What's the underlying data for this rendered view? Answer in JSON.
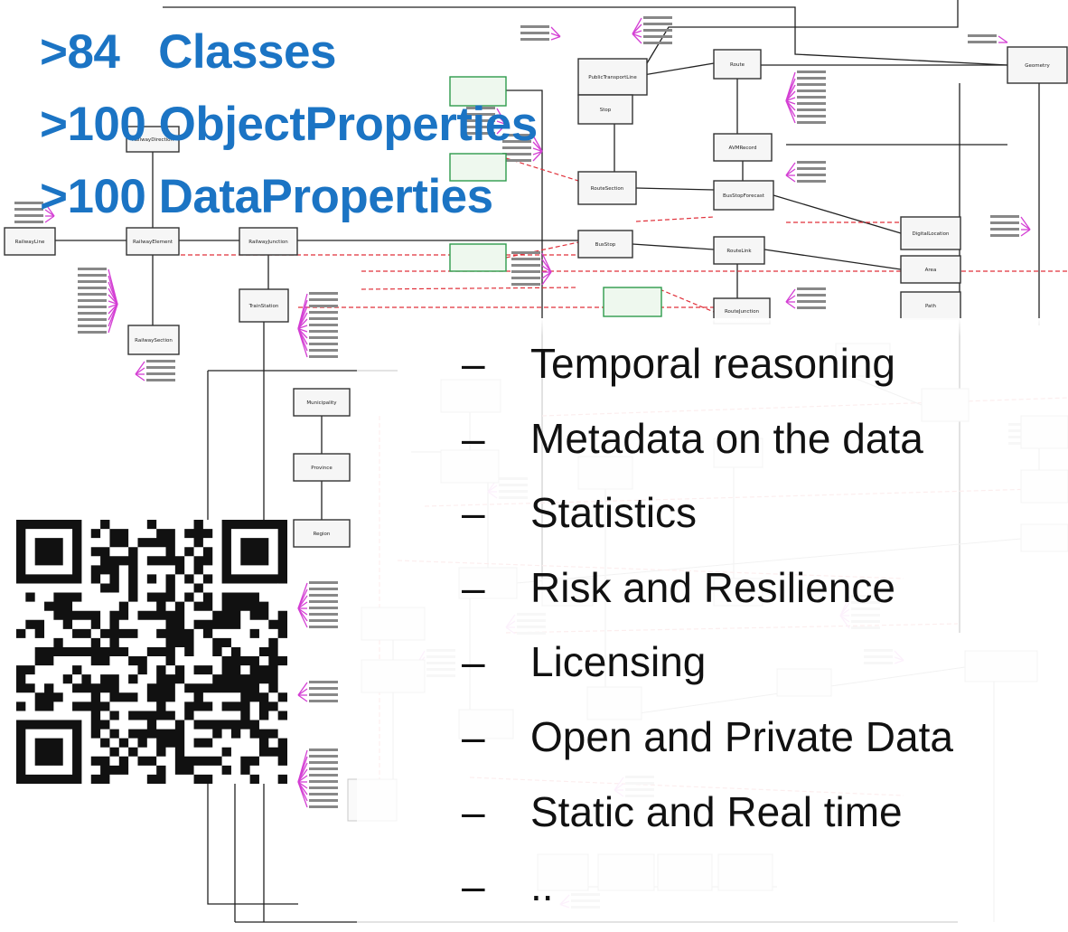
{
  "stats": [
    ">84   Classes",
    ">100 ObjectProperties",
    ">100 DataProperties"
  ],
  "topics": [
    "Temporal reasoning",
    "Metadata on the data",
    "Statistics",
    "Risk  and Resilience",
    "Licensing",
    "Open and Private Data",
    "Static and Real time",
    ".."
  ],
  "bullet": "–",
  "colors": {
    "stats_text": "#1b74c4",
    "topic_text": "#111111",
    "class_box_border": "#333333",
    "object_property_edge": "#e0303a",
    "data_property_edge": "#d43fd4",
    "green_class_border": "#2e9b4c"
  },
  "diagram_classes": [
    "PublicTransportLine",
    "Route",
    "Stop",
    "RouteSection",
    "BusStop",
    "AVMRecord",
    "BusStopForecast",
    "RouteLink",
    "RouteJunction",
    "RailwayDirection",
    "RailwayElement",
    "RailwayJunction",
    "RailwayLine",
    "TrainStation",
    "RailwaySection",
    "Municipality",
    "Province",
    "Region",
    "DigitalLocation",
    "Area",
    "Path",
    "Geometry"
  ],
  "qr_code": {
    "icon": "qr-code-icon"
  }
}
